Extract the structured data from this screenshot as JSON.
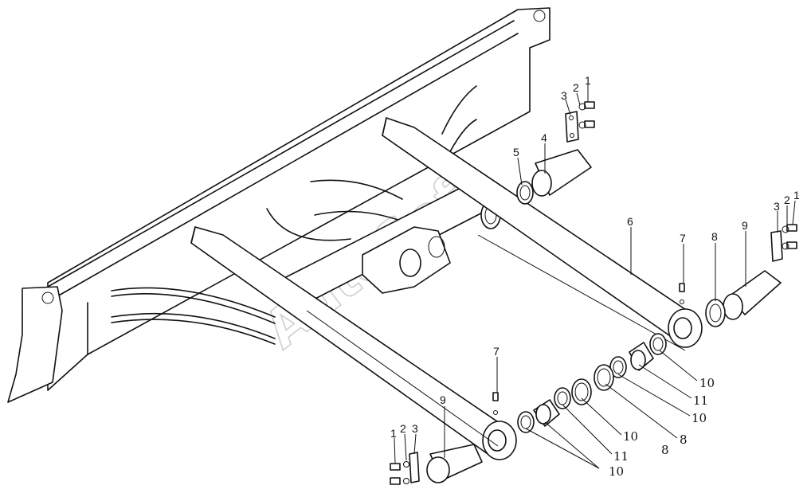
{
  "watermark": "AutoSoft",
  "callouts": {
    "top_1": "1",
    "top_2": "2",
    "top_3": "3",
    "top_4": "4",
    "top_5": "5",
    "label_6": "6",
    "right_7": "7",
    "right_8": "8",
    "right_9": "9",
    "right_1": "1",
    "right_2": "2",
    "right_3": "3",
    "left_7": "7",
    "left_9": "9",
    "left_1": "1",
    "left_2": "2",
    "left_3": "3",
    "stack_10a": "10",
    "stack_11a": "11",
    "stack_10b": "10",
    "stack_8a": "8",
    "stack_10c": "10",
    "stack_11b": "11",
    "stack_10d": "10",
    "stack_8b": "8"
  }
}
